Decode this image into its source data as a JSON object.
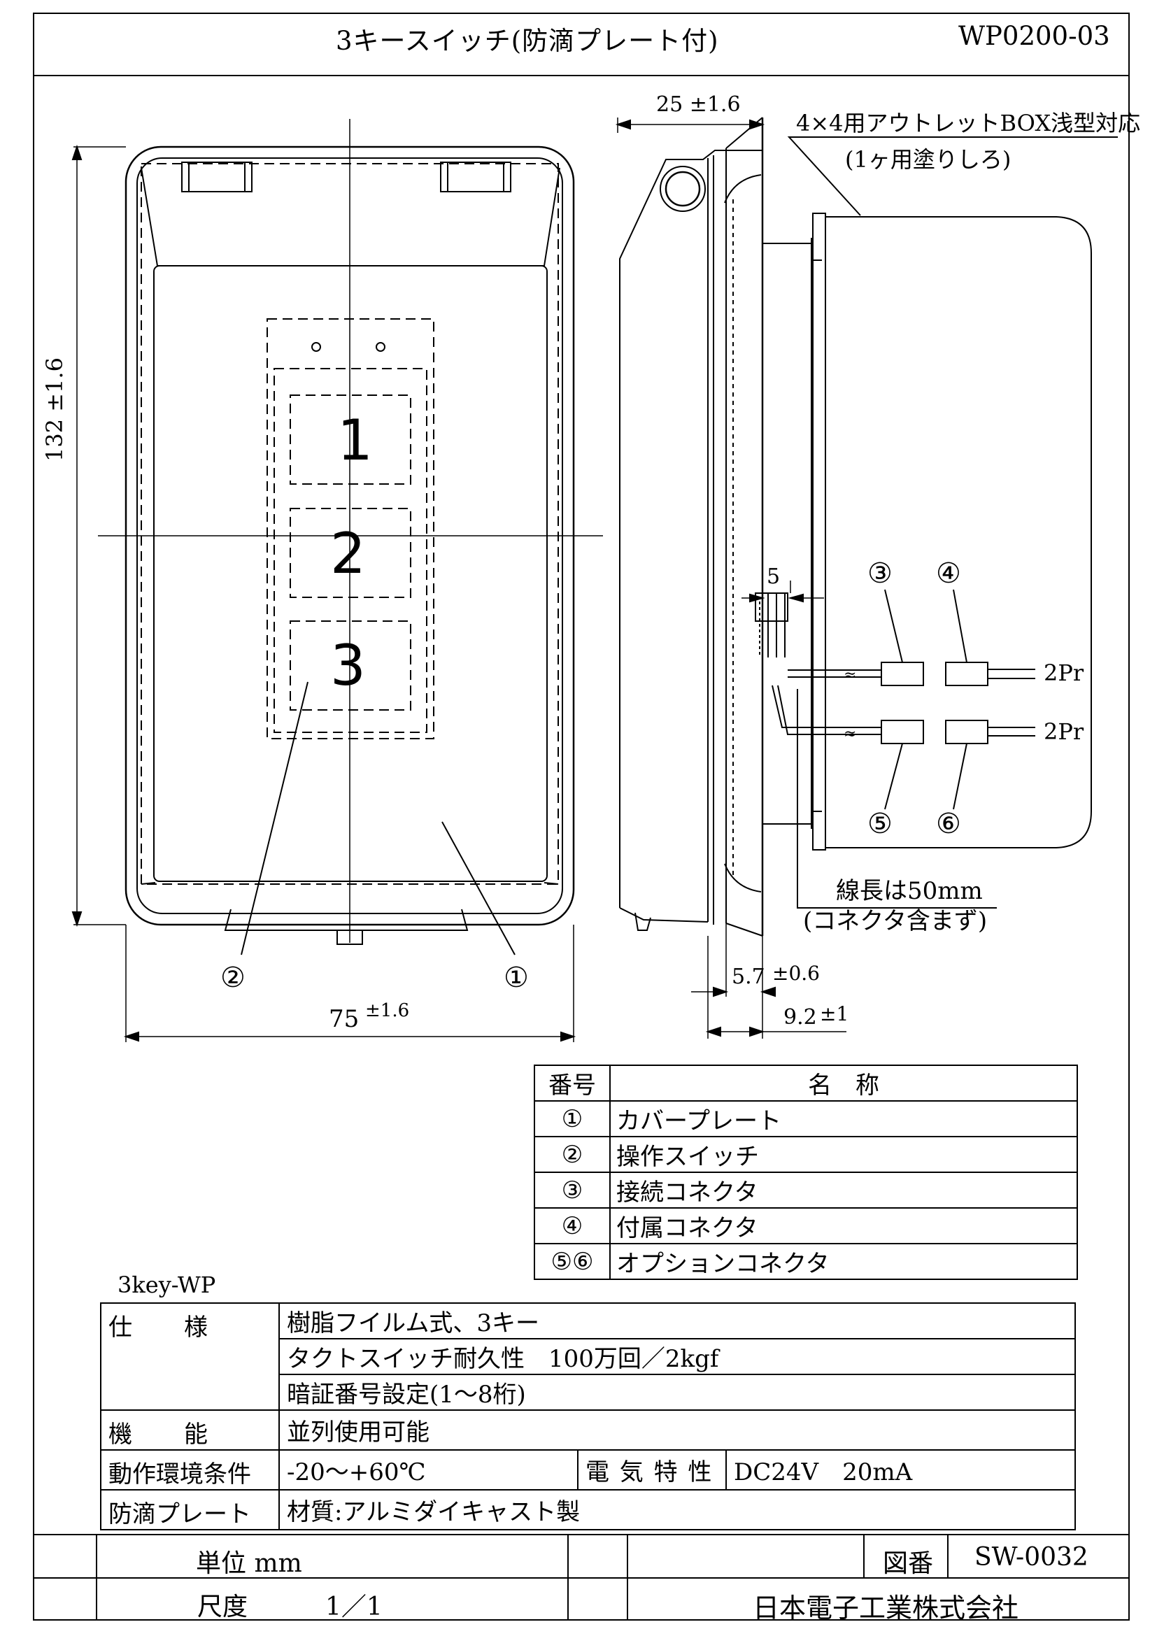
{
  "header": {
    "title": "3キースイッチ(防滴プレート付)",
    "doc_number": "WP0200-03"
  },
  "front_view": {
    "height_dim": "132 ±1.6",
    "width_dim": "75",
    "width_tol": "±1.6",
    "key_1": "1",
    "key_2": "2",
    "key_3": "3",
    "callout_1": "①",
    "callout_2": "②"
  },
  "side_view": {
    "depth_dim": "25 ±1.6",
    "box_note_1": "4×4用アウトレットBOX浅型対応",
    "box_note_2": "(1ヶ用塗りしろ)",
    "dim_5": "5",
    "dim_57": "5.7",
    "dim_57_tol": "±0.6",
    "dim_92": "9.2",
    "dim_92_tol": "±1",
    "conn_3": "③",
    "conn_4": "④",
    "conn_5": "⑤",
    "conn_6": "⑥",
    "pair_top": "2Pr",
    "pair_bottom": "2Pr",
    "wire_note_1": "線長は50mm",
    "wire_note_2": "(コネクタ含まず)"
  },
  "parts_table": {
    "header_no": "番号",
    "header_name": "名　称",
    "rows": [
      {
        "no": "①",
        "name": "カバープレート"
      },
      {
        "no": "②",
        "name": "操作スイッチ"
      },
      {
        "no": "③",
        "name": "接続コネクタ"
      },
      {
        "no": "④",
        "name": "付属コネクタ"
      },
      {
        "no": "⑤⑥",
        "name": "オプションコネクタ"
      }
    ]
  },
  "spec": {
    "model": "3key-WP",
    "spec_label": "仕　　様",
    "spec_1": "樹脂フイルム式、3キー",
    "spec_2": "タクトスイッチ耐久性　100万回／2kgf",
    "spec_3": "暗証番号設定(1～8桁)",
    "function_label": "機　　能",
    "function_value": "並列使用可能",
    "env_label": "動作環境条件",
    "env_value": "-20～+60℃",
    "elec_label": "電 気 特 性",
    "elec_value": "DC24V　20mA",
    "plate_label": "防滴プレート",
    "plate_value": "材質:アルミダイキャスト製"
  },
  "title_block": {
    "unit_label": "単位 mm",
    "scale_label": "尺度",
    "scale_value": "1／1",
    "drawing_no_label": "図番",
    "drawing_no": "SW-0032",
    "company": "日本電子工業株式会社"
  }
}
